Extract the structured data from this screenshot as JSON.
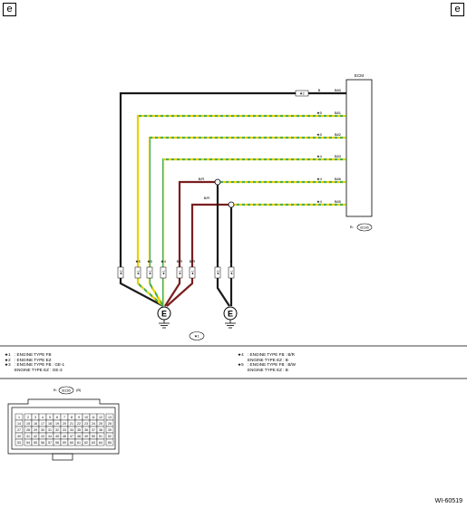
{
  "page_markers": {
    "left": "e",
    "right": "e"
  },
  "ecm": {
    "title": "ECM",
    "connector_ref": "B:",
    "connector_id": "B136",
    "pins": [
      "B80",
      "B81",
      "B82",
      "B83",
      "B86",
      "B85"
    ],
    "wire_notes": [
      "★2",
      "★5",
      "★5",
      "★4",
      "★4",
      "★4"
    ]
  },
  "wire_labels": {
    "b_top": "B",
    "br_1": "B/R",
    "br_2": "B/R",
    "left_b": "B",
    "col_notes": [
      "★5",
      "★5",
      "★4"
    ],
    "right_br_1": "B/R",
    "right_br_2": "B/R",
    "right_b": "B",
    "right_b2": "B",
    "box_labels": [
      "★2",
      "★1",
      "★1",
      "★1",
      "★1",
      "★1",
      "★2",
      "★1"
    ]
  },
  "grounds": {
    "left": "E",
    "right": "E"
  },
  "ground_note": "★1",
  "footnotes_left": [
    {
      "marker": "★1",
      "lines": [
        ": ENGINE TYPE FB"
      ]
    },
    {
      "marker": "★2",
      "lines": [
        ": ENGINE TYPE EZ"
      ]
    },
    {
      "marker": "★3",
      "lines": [
        ": ENGINE TYPE FB  : GE-1",
        "ENGINE TYPE EZ  : GE-3"
      ]
    }
  ],
  "footnotes_right": [
    {
      "marker": "★4",
      "lines": [
        ": ENGINE TYPE FB  : B/R",
        "ENGINE TYPE EZ  : B"
      ]
    },
    {
      "marker": "★5",
      "lines": [
        ": ENGINE TYPE FB  : B/W",
        "ENGINE TYPE EZ  : B"
      ]
    }
  ],
  "connector_view": {
    "ref": "B:",
    "id": "B136",
    "suffix": "(B)",
    "rows": [
      [
        "1",
        "2",
        "3",
        "4",
        "5",
        "6",
        "7",
        "8",
        "9",
        "10",
        "11",
        "12",
        "13"
      ],
      [
        "14",
        "15",
        "16",
        "17",
        "18",
        "19",
        "20",
        "21",
        "22",
        "23",
        "24",
        "25",
        "26"
      ],
      [
        "27",
        "28",
        "29",
        "30",
        "31",
        "32",
        "33",
        "34",
        "35",
        "36",
        "37",
        "38",
        "39"
      ],
      [
        "40",
        "41",
        "42",
        "43",
        "44",
        "45",
        "46",
        "47",
        "48",
        "49",
        "50",
        "51",
        "52"
      ],
      [
        "53",
        "54",
        "55",
        "56",
        "57",
        "58",
        "59",
        "60",
        "61",
        "62",
        "63",
        "64",
        "65"
      ]
    ]
  },
  "doc_id": "WI-60519",
  "colors": {
    "black": "#1a1a1a",
    "green": "#4caf50",
    "yellow": "#e6d200",
    "dark_red": "#7a1f1f"
  }
}
